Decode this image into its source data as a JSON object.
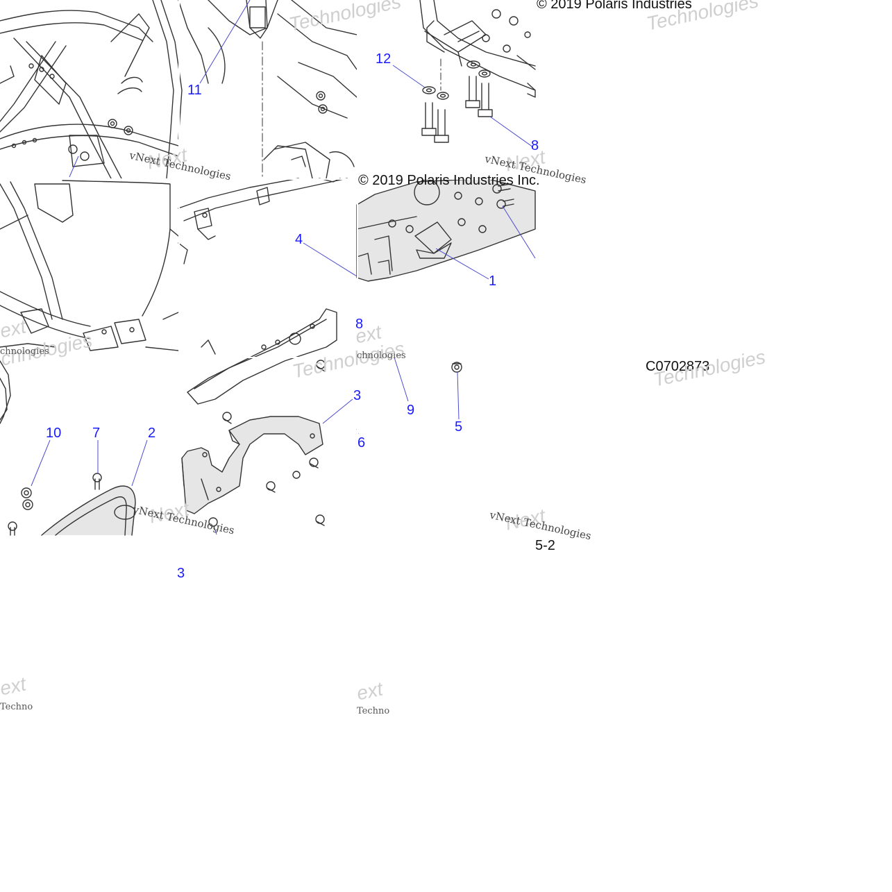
{
  "copyright": {
    "top": "© 2019 Polaris Industries",
    "middle": "© 2019 Polaris Industries Inc."
  },
  "diagram_code": "C0702873",
  "page_suffix": "5-2",
  "watermarks": {
    "vnext": "vNext Technologies",
    "technologies": "Technologies",
    "next_short": "Next",
    "techno_short": "Techno",
    "ext_short": "ext",
    "chnologies_short": "chnologies"
  },
  "callouts": [
    {
      "id": "c11",
      "label": "11"
    },
    {
      "id": "c12",
      "label": "12"
    },
    {
      "id": "c8a",
      "label": "8"
    },
    {
      "id": "c4",
      "label": "4"
    },
    {
      "id": "c1",
      "label": "1"
    },
    {
      "id": "c8b",
      "label": "8"
    },
    {
      "id": "c9",
      "label": "9"
    },
    {
      "id": "c5",
      "label": "5"
    },
    {
      "id": "c10",
      "label": "10"
    },
    {
      "id": "c7",
      "label": "7"
    },
    {
      "id": "c2",
      "label": "2"
    },
    {
      "id": "c3a",
      "label": "3"
    },
    {
      "id": "c6",
      "label": "6"
    },
    {
      "id": "c3b",
      "label": "3"
    }
  ],
  "colors": {
    "callout": "#1a1aff",
    "linework": "#333333",
    "leader": "#4a4ad0",
    "part_fill": "#e6e6e6"
  }
}
